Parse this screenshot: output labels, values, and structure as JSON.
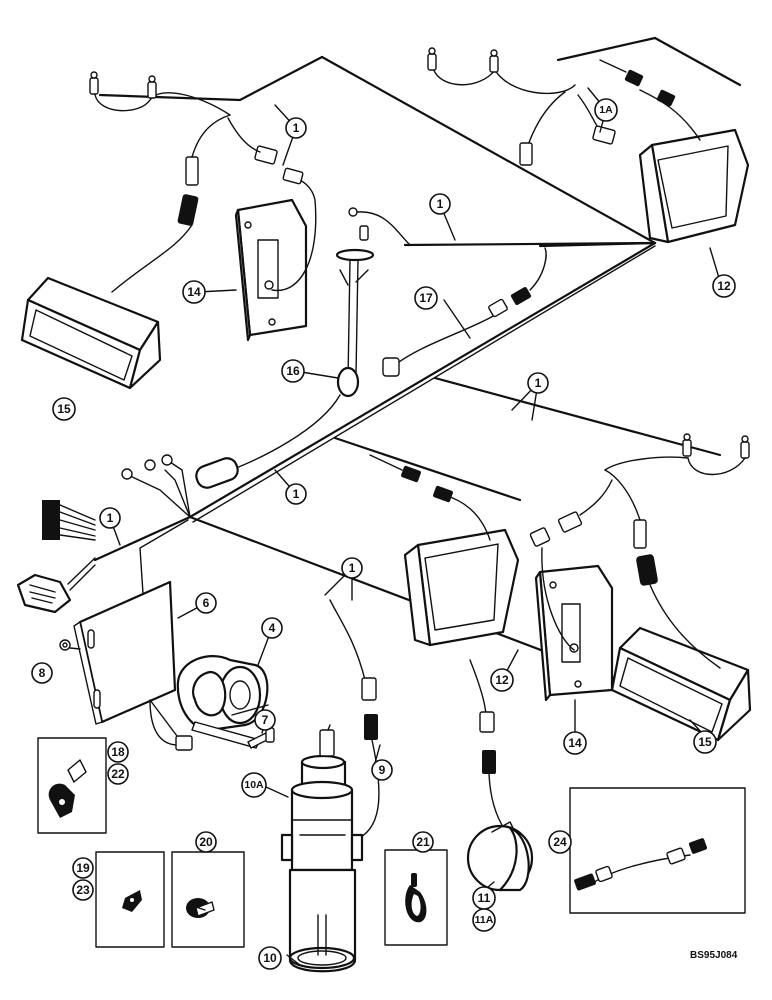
{
  "diagram": {
    "figure_code": "BS95J084",
    "callouts": {
      "c1_top": "1",
      "c1a_top": "1A",
      "c1_mid_right": "1",
      "c1_right": "1",
      "c1_center": "1",
      "c1_left": "1",
      "c1_lower": "1",
      "c4": "4",
      "c6": "6",
      "c7": "7",
      "c8": "8",
      "c9": "9",
      "c10": "10",
      "c10a": "10A",
      "c11": "11",
      "c11a": "11A",
      "c12_top": "12",
      "c12_bottom": "12",
      "c14_top": "14",
      "c14_bottom": "14",
      "c15_left": "15",
      "c15_right": "15",
      "c16": "16",
      "c17": "17",
      "c18": "18",
      "c19": "19",
      "c20": "20",
      "c21": "21",
      "c22": "22",
      "c23": "23",
      "c24": "24"
    }
  }
}
